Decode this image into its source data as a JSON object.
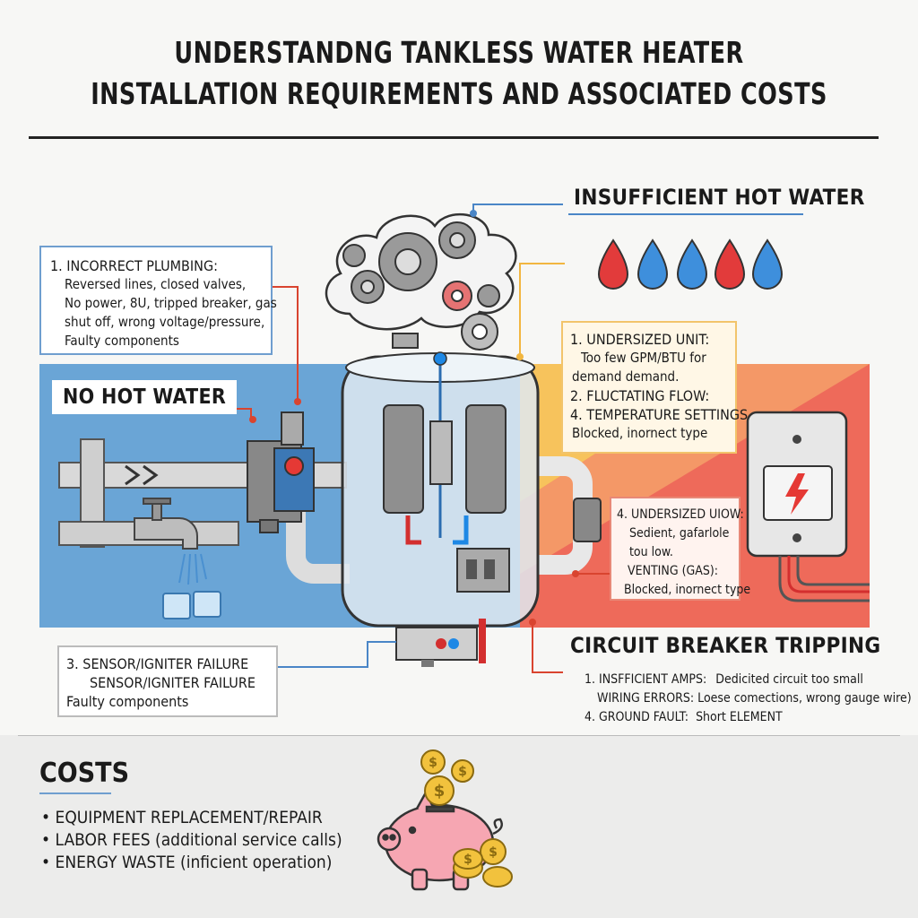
{
  "title": {
    "line1": "UNDERSTANDNG TANKLESS WATER HEATER",
    "line2": "INSTALLATION REQUIREMENTS AND ASSOCIATED COSTS"
  },
  "colors": {
    "cold_zone": "#6aa5d6",
    "hot_zone": "#ee6a5a",
    "warm_zone": "#f7c35c",
    "costs_panel": "#ececeb",
    "accent_blue": "#6f9ecf",
    "accent_red": "#d9442f"
  },
  "incorrect_plumbing": {
    "heading": "1. INCORRECT PLUMBING:",
    "lines": [
      "Reversed lines, closed valves,",
      "No power, 8U, tripped breaker, gas",
      "shut off, wrong voltage/pressure,",
      "Faulty components"
    ]
  },
  "no_hot_water": {
    "label": "NO HOT WATER"
  },
  "insufficient_hot_water": {
    "heading": "INSUFFICIENT HOT WATER",
    "drop_colors": [
      "red",
      "blue",
      "blue",
      "red",
      "blue"
    ]
  },
  "undersized_unit": {
    "lines": [
      "1.  UNDERSIZED UNIT:",
      "Too few GPM/BTU for",
      "demand demand.",
      "2. FLUCTATING FLOW:",
      "4. TEMPERATURE SETTINGS",
      "Blocked, inornect type"
    ]
  },
  "undersized_flow": {
    "lines": [
      "4. UNDERSIZED UIOW:",
      "Sedient, gafarlole",
      "tou low.",
      "VENTING (GAS):",
      "Blocked, inornect type"
    ]
  },
  "sensor_failure": {
    "lines": [
      "3. SENSOR/IGNITER FAILURE",
      "SENSOR/IGNITER FAILURE",
      "Faulty components"
    ]
  },
  "breaker": {
    "heading": "CIRCUIT BREAKER TRIPPING",
    "item1_label": "1. INSFFICIENT AMPS:",
    "item1_text": "Dedicited circuit too small",
    "item2_label": "WIRING ERRORS:",
    "item2_text": "Loese comections, wrong gauge wire)",
    "item3_label": "4. GROUND FAULT:",
    "item3_text": "Short ELEMENT"
  },
  "costs": {
    "heading": "COSTS",
    "items": [
      {
        "bold": "EQUIPMENT REPLACEMENT/REPAIR",
        "note": ""
      },
      {
        "bold": "LABOR FEES",
        "note": "(additional service calls)"
      },
      {
        "bold": "ENERGY WASTE",
        "note": "(inficient operation)"
      }
    ]
  },
  "icons": [
    "gears-cloud-icon",
    "water-drop-icon",
    "faucet-icon",
    "ice-cube-icon",
    "electrical-panel-icon",
    "lightning-icon",
    "piggy-bank-icon",
    "dollar-coin-icon"
  ]
}
